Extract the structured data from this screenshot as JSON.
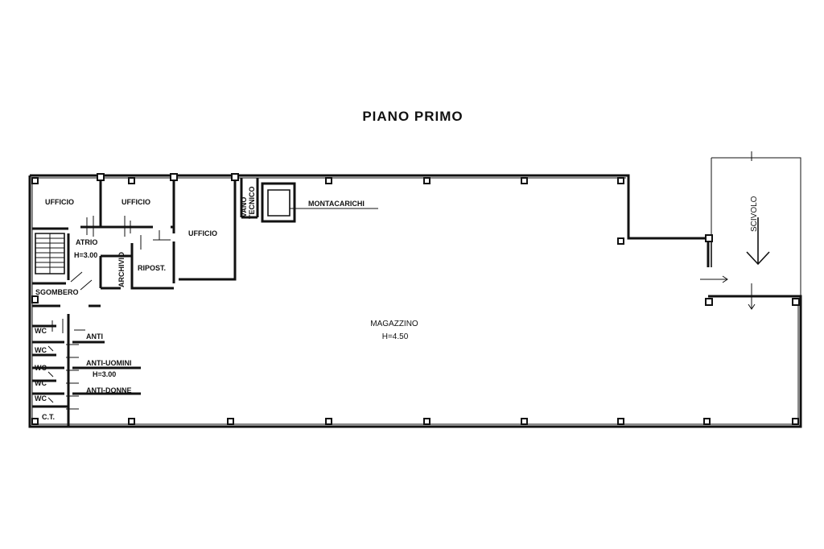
{
  "title": "PIANO PRIMO",
  "rooms": {
    "ufficio_1": "UFFICIO",
    "ufficio_2": "UFFICIO",
    "ufficio_3": "UFFICIO",
    "vano": "VANO",
    "tecnico": "TECNICO",
    "montacarichi": "MONTACARICHI",
    "atrio": "ATRIO",
    "atrio_height": "H=3.00",
    "archivio": "ARCHIVIO",
    "ripost": "RIPOST.",
    "sgombero": "SGOMBERO",
    "magazzino": "MAGAZZINO",
    "magazzino_height": "H=4.50",
    "wc_1": "WC",
    "wc_2": "WC",
    "wc_3": "WC",
    "wc_4": "WC",
    "wc_5": "WC",
    "anti": "ANTI",
    "anti_uomini": "ANTI-UOMINI",
    "anti_uomini_height": "H=3.00",
    "anti_donne": "ANTI-DONNE",
    "ct": "C.T.",
    "scivolo": "SCIVOLO"
  }
}
